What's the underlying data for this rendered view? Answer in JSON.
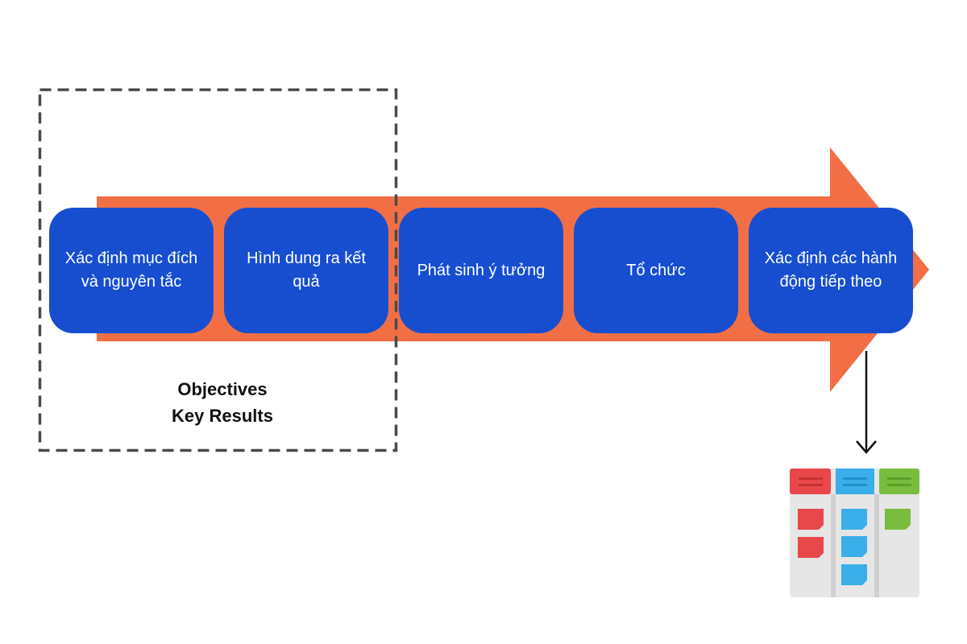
{
  "diagram": {
    "colors": {
      "arrow": "#f26f45",
      "stage_box": "#174ed0",
      "stage_text": "#ffffff",
      "dashed_frame": "#4a4a4a",
      "caption_text": "#111111",
      "connector": "#111111",
      "board_red": "#e8484a",
      "board_blue": "#3aaee8",
      "board_green": "#78bd3e",
      "board_gray": "#e6e6e6"
    },
    "stages": [
      {
        "label": "Xác định mục đích và nguyên tắc"
      },
      {
        "label": "Hình dung ra kết quả"
      },
      {
        "label": "Phát sinh ý tưởng"
      },
      {
        "label": "Tổ chức"
      },
      {
        "label": "Xác định các hành động tiếp theo"
      }
    ],
    "okr_frame": {
      "line1": "Objectives",
      "line2": "Key Results"
    },
    "kanban_board": {
      "icon": "kanban-board-icon",
      "columns": [
        {
          "color": "#e8484a",
          "cards": 2
        },
        {
          "color": "#3aaee8",
          "cards": 3
        },
        {
          "color": "#78bd3e",
          "cards": 1
        }
      ]
    }
  }
}
